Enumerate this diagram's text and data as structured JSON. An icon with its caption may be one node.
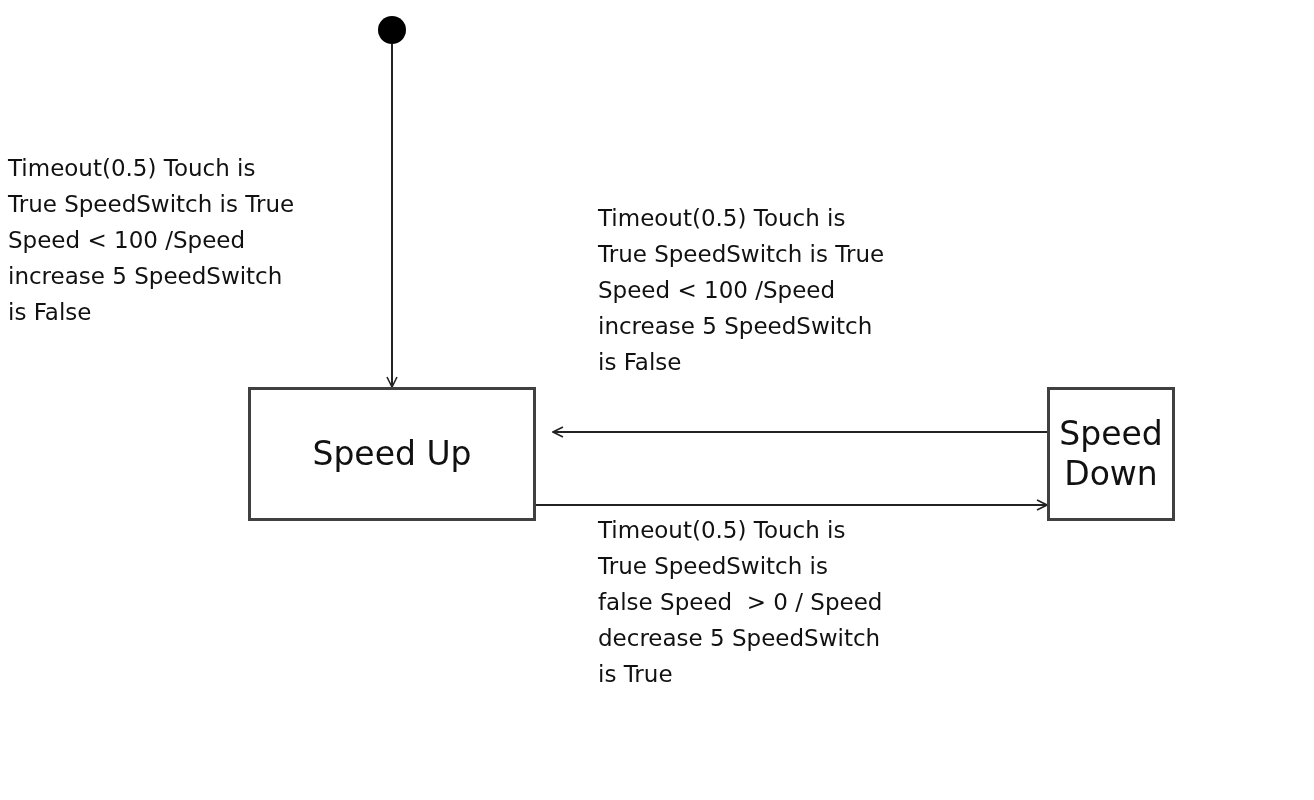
{
  "diagram": {
    "nodes": [
      {
        "text": [],
        "shape": "circle"
      },
      {
        "text": [
          "Speed Up"
        ]
      },
      {
        "text": [
          "Speed Down"
        ]
      }
    ],
    "edges": [
      {
        "from": 0,
        "to": 1,
        "arrow": "to",
        "label": "Timeout(0.5) Touch is True SpeedSwitch is True Speed < 100 /Speed increase 5 SpeedSwitch is False"
      },
      {
        "from": 2,
        "to": 1,
        "arrow": "to",
        "label": "Timeout(0.5) Touch is True SpeedSwitch is True Speed < 100 /Speed increase 5 SpeedSwitch is False"
      },
      {
        "from": 1,
        "to": 2,
        "arrow": "to",
        "label": "Timeout(0.5) Touch is True SpeedSwitch is false Speed  > 0 / Speed decrease 5 SpeedSwitch is True"
      }
    ]
  }
}
